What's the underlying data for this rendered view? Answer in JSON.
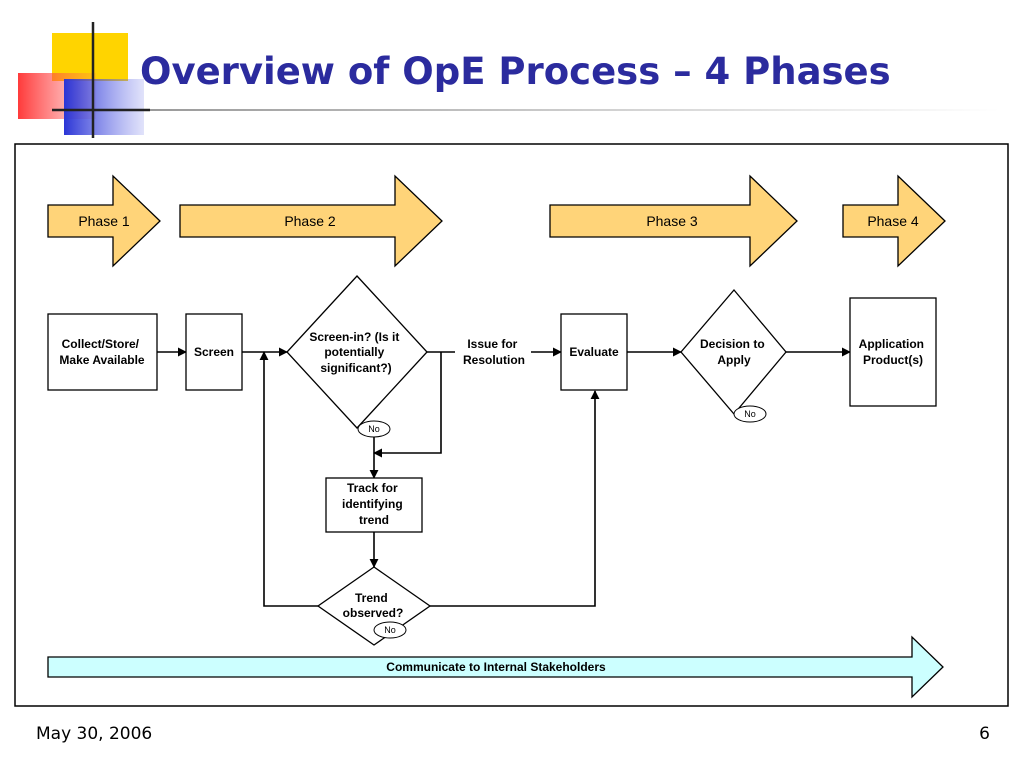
{
  "slide": {
    "title": "Overview of OpE Process – 4 Phases",
    "footer_date": "May 30, 2006",
    "page_number": "6"
  },
  "colors": {
    "title": "#2b2b9e",
    "phase_arrow_fill": "#ffd479",
    "communicate_fill": "#ccffff",
    "logo_yellow": "#ffd400",
    "logo_red": "#ff4444",
    "logo_blue": "#2b35d6"
  },
  "phases": [
    {
      "label": "Phase 1"
    },
    {
      "label": "Phase 2"
    },
    {
      "label": "Phase 3"
    },
    {
      "label": "Phase 4"
    }
  ],
  "nodes": {
    "collect": {
      "lines": [
        "Collect/Store/",
        "Make Available"
      ]
    },
    "screen": {
      "lines": [
        "Screen"
      ]
    },
    "screen_in": {
      "lines": [
        "Screen-in? (Is it",
        "potentially",
        "significant?)"
      ]
    },
    "issue": {
      "lines": [
        "Issue for",
        "Resolution"
      ]
    },
    "evaluate": {
      "lines": [
        "Evaluate"
      ]
    },
    "decision": {
      "lines": [
        "Decision to",
        "Apply"
      ]
    },
    "application": {
      "lines": [
        "Application",
        "Product(s)"
      ]
    },
    "track": {
      "lines": [
        "Track for",
        "identifying",
        "trend"
      ]
    },
    "trend": {
      "lines": [
        "Trend",
        "observed?"
      ]
    }
  },
  "no_labels": {
    "screen_in": "No",
    "decision": "No",
    "trend": "No"
  },
  "communicate": {
    "label": "Communicate to Internal Stakeholders"
  }
}
